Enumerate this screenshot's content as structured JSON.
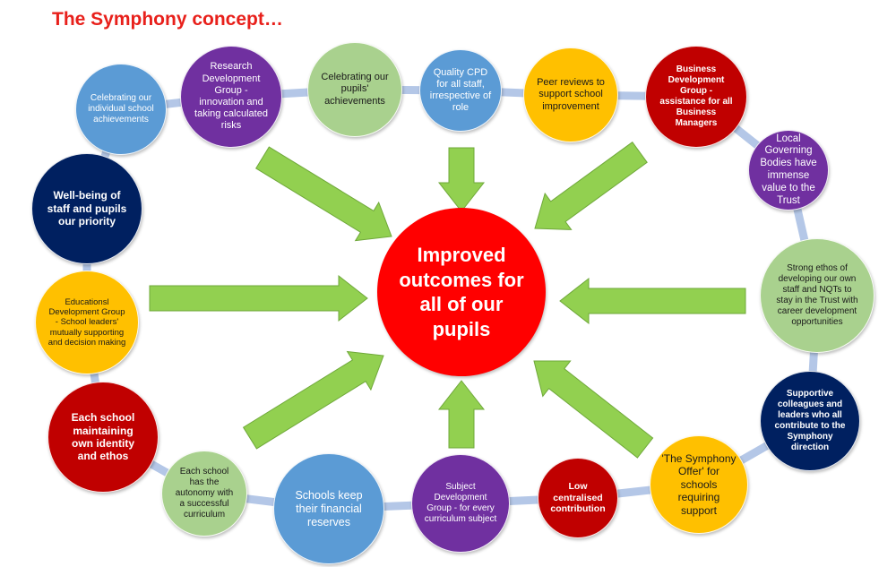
{
  "title": "The Symphony concept…",
  "center": {
    "label": "Improved outcomes for all of our pupils",
    "color": "#ff0000"
  },
  "nodes": [
    {
      "label": "Celebrating our individual school achievements",
      "color": "#5b9bd5"
    },
    {
      "label": "Research Development Group - innovation and taking calculated risks",
      "color": "#7030a0"
    },
    {
      "label": "Celebrating our pupils' achievements",
      "color": "#a9d18e"
    },
    {
      "label": "Quality CPD for all staff, irrespective of role",
      "color": "#5b9bd5"
    },
    {
      "label": "Peer reviews to support school improvement",
      "color": "#ffc000"
    },
    {
      "label": "Business Development Group - assistance for all Business Managers",
      "color": "#c00000"
    },
    {
      "label": "Local Governing Bodies have immense value to the Trust",
      "color": "#7030a0"
    },
    {
      "label": "Strong ethos of developing our own staff and NQTs to stay in the Trust with career development opportunities",
      "color": "#a9d18e"
    },
    {
      "label": "Supportive colleagues and leaders who all contribute to the Symphony direction",
      "color": "#002060"
    },
    {
      "label": "'The Symphony Offer' for schools requiring support",
      "color": "#ffc000"
    },
    {
      "label": "Low centralised contribution",
      "color": "#c00000"
    },
    {
      "label": "Subject Development Group - for every curriculum subject",
      "color": "#7030a0"
    },
    {
      "label": "Schools keep their financial reserves",
      "color": "#5b9bd5"
    },
    {
      "label": "Each school has the autonomy with a successful curriculum",
      "color": "#a9d18e"
    },
    {
      "label": "Each school maintaining own identity and ethos",
      "color": "#c00000"
    },
    {
      "label": "Educationsl Development Group - School leaders' mutually supporting and decision making",
      "color": "#ffc000"
    },
    {
      "label": "Well-being of staff and pupils our priority",
      "color": "#002060"
    }
  ],
  "colors": {
    "ring": "#b4c7e7",
    "arrow": "#92d050",
    "arrow_border": "#6fa83a",
    "title": "#e8201b"
  }
}
